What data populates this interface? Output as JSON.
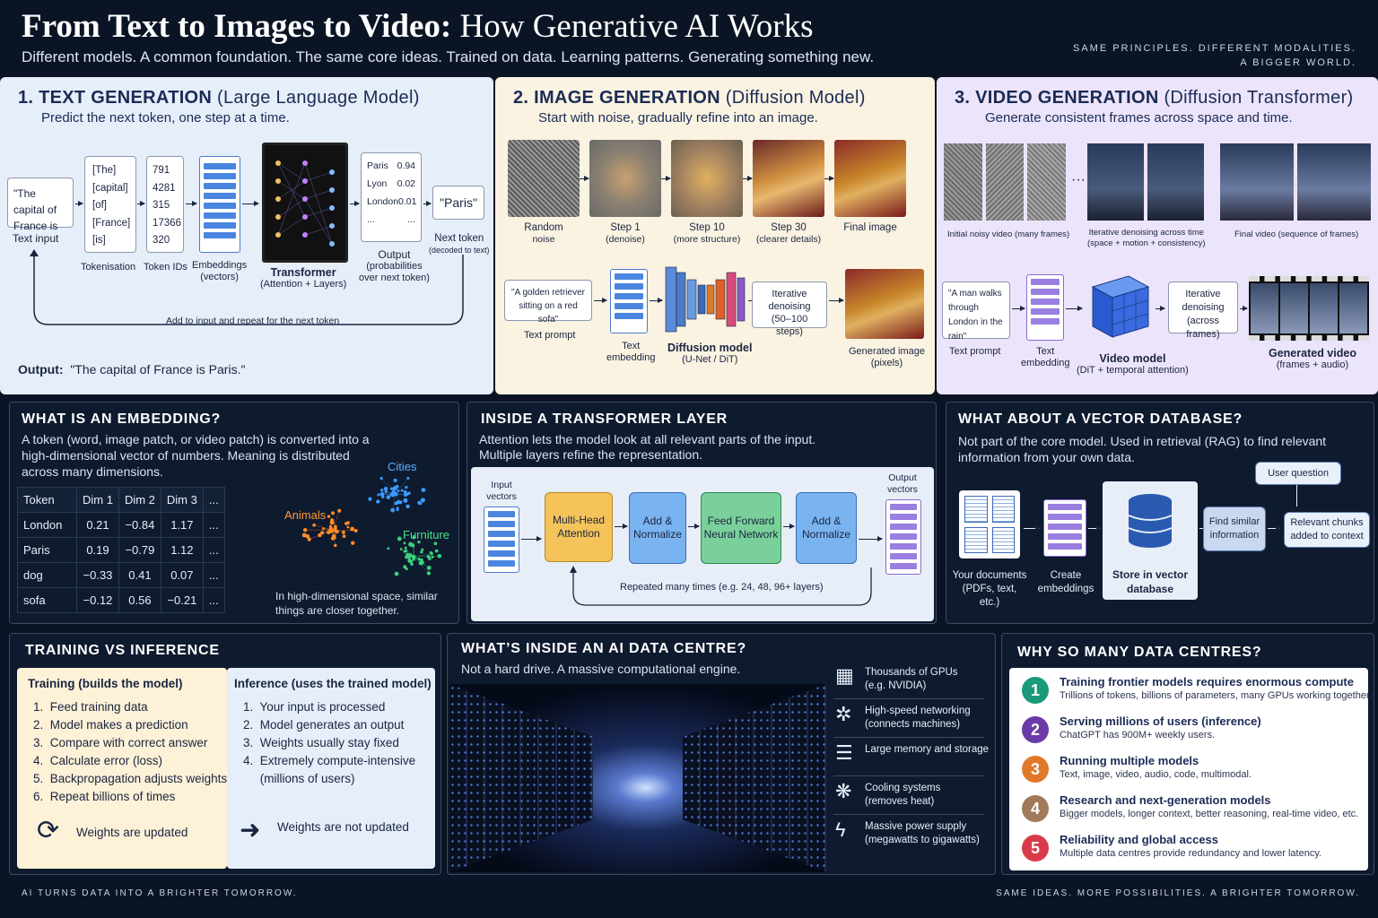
{
  "header": {
    "title_bold": "From Text to Images to Video:",
    "title_rest": "How Generative AI Works",
    "subtitle": "Different models. A common foundation. The same core ideas. Trained on data. Learning patterns. Generating something new.",
    "right_line1": "SAME PRINCIPLES. DIFFERENT MODALITIES.",
    "right_line2": "A BIGGER WORLD."
  },
  "text_gen": {
    "title_bold": "1.  TEXT GENERATION",
    "title_rest": "(Large Language Model)",
    "subtitle": "Predict the next token, one step at a time.",
    "input_text": "\"The capital of France is",
    "input_label": "Text input",
    "tokens": [
      "[The]",
      "[capital]",
      "[of]",
      "[France]",
      "[is]"
    ],
    "tokens_label": "Tokenisation",
    "ids": [
      "791",
      "4281",
      "315",
      "17366",
      "320"
    ],
    "ids_label": "Token IDs",
    "emb_label": "Embeddings",
    "emb_sub": "(vectors)",
    "tf_label": "Transformer",
    "tf_sub": "(Attention + Layers)",
    "probs": [
      [
        "Paris",
        "0.94"
      ],
      [
        "Lyon",
        "0.02"
      ],
      [
        "London",
        "0.01"
      ],
      [
        "...",
        "..."
      ]
    ],
    "out_label": "Output",
    "out_sub1": "(probabilities",
    "out_sub2": "over next token)",
    "next": "\"Paris\"",
    "next_label": "Next token",
    "next_sub": "(decoded to text)",
    "loop": "Add to input and repeat for the next token",
    "output_label": "Output:",
    "output_text": "\"The capital of France is Paris.\""
  },
  "image_gen": {
    "title_bold": "2.  IMAGE GENERATION",
    "title_rest": "(Diffusion Model)",
    "subtitle": "Start with noise, gradually refine into an image.",
    "steps": [
      [
        "Random",
        "noise"
      ],
      [
        "Step 1",
        "(denoise)"
      ],
      [
        "Step 10",
        "(more structure)"
      ],
      [
        "Step 30",
        "(clearer details)"
      ],
      [
        "Final image",
        ""
      ]
    ],
    "prompt": "\"A golden retriever sitting on a red sofa\"",
    "prompt_label": "Text prompt",
    "emb_label": "Text",
    "emb_label2": "embedding",
    "model_label": "Diffusion model",
    "model_sub": "(U-Net / DiT)",
    "iter": "Iterative denoising (50–100 steps)",
    "gen_label": "Generated image",
    "gen_sub": "(pixels)"
  },
  "video_gen": {
    "title_bold": "3.  VIDEO GENERATION",
    "title_rest": "(Diffusion Transformer)",
    "subtitle": "Generate consistent frames across space and time.",
    "noisy_label": "Initial noisy video (many frames)",
    "iter_top1": "Iterative denoising across time",
    "iter_top2": "(space + motion + consistency)",
    "final_label": "Final video (sequence of frames)",
    "prompt": "\"A man walks through London in the rain\"",
    "prompt_label": "Text prompt",
    "emb_label": "Text",
    "emb_label2": "embedding",
    "model_label": "Video model",
    "model_sub": "(DiT + temporal attention)",
    "iter": "Iterative denoising (across frames)",
    "gen_label": "Generated video",
    "gen_sub": "(frames + audio)"
  },
  "embedding": {
    "title": "WHAT IS AN EMBEDDING?",
    "desc": "A token (word, image patch, or video patch) is converted into a high-dimensional vector of numbers. Meaning is distributed across many dimensions.",
    "headers": [
      "Token",
      "Dim 1",
      "Dim 2",
      "Dim 3",
      "..."
    ],
    "rows": [
      [
        "London",
        "0.21",
        "−0.84",
        "1.17",
        "..."
      ],
      [
        "Paris",
        "0.19",
        "−0.79",
        "1.12",
        "..."
      ],
      [
        "dog",
        "−0.33",
        "0.41",
        "0.07",
        "..."
      ],
      [
        "sofa",
        "−0.12",
        "0.56",
        "−0.21",
        "..."
      ]
    ],
    "clusters": [
      "Cities",
      "Animals",
      "Furniture"
    ],
    "note": "In high-dimensional space, similar things are closer together."
  },
  "transformer": {
    "title": "INSIDE A TRANSFORMER LAYER",
    "desc1": "Attention lets the model look at all relevant parts of the input.",
    "desc2": "Multiple layers refine the representation.",
    "in_label": "Input vectors",
    "out_label": "Output vectors",
    "blocks": [
      "Multi-Head Attention",
      "Add & Normalize",
      "Feed Forward Neural Network",
      "Add & Normalize"
    ],
    "repeat": "Repeated many times (e.g. 24, 48, 96+ layers)"
  },
  "vectordb": {
    "title": "WHAT ABOUT A VECTOR DATABASE?",
    "desc": "Not part of the core model. Used in retrieval (RAG) to find relevant information from your own data.",
    "docs": "Your documents (PDFs, text, etc.)",
    "emb": "Create embeddings",
    "store": "Store in vector database",
    "find": "Find similar information",
    "question": "User question",
    "chunks": "Relevant chunks added to context"
  },
  "training": {
    "title": "TRAINING VS INFERENCE",
    "train_head": "Training (builds the model)",
    "train_items": [
      "1.  Feed training data",
      "2.  Model makes a prediction",
      "3.  Compare with correct answer",
      "4.  Calculate error (loss)",
      "5.  Backpropagation adjusts weights",
      "6.  Repeat billions of times"
    ],
    "train_foot": "Weights are updated",
    "inf_head": "Inference (uses the trained model)",
    "inf_items": [
      "1.  Your input is processed",
      "2.  Model generates an output",
      "3.  Weights usually stay fixed",
      "4.  Extremely compute-intensive",
      "     (millions of users)"
    ],
    "inf_foot": "Weights are not updated"
  },
  "datacentre": {
    "title": "WHAT’S INSIDE AN AI DATA CENTRE?",
    "desc": "Not a hard drive. A massive computational engine.",
    "items": [
      [
        "Thousands of GPUs",
        "(e.g. NVIDIA)"
      ],
      [
        "High-speed networking",
        "(connects machines)"
      ],
      [
        "Large memory and storage",
        ""
      ],
      [
        "Cooling systems",
        "(removes heat)"
      ],
      [
        "Massive power supply",
        "(megawatts to gigawatts)"
      ]
    ]
  },
  "why": {
    "title": "WHY SO MANY DATA CENTRES?",
    "items": [
      [
        "Training frontier models requires enormous compute",
        "Trillions of tokens, billions of parameters, many GPUs working together.",
        "#1a9a7a"
      ],
      [
        "Serving millions of users (inference)",
        "ChatGPT has 900M+ weekly users.",
        "#6a3aa8"
      ],
      [
        "Running multiple models",
        "Text, image, video, audio, code, multimodal.",
        "#e07a2a"
      ],
      [
        "Research and next-generation models",
        "Bigger models, longer context, better reasoning, real-time video, etc.",
        "#a07a5a"
      ],
      [
        "Reliability and global access",
        "Multiple data centres provide redundancy and lower latency.",
        "#d83a4a"
      ]
    ]
  },
  "footer": {
    "left": "AI TURNS DATA INTO A BRIGHTER TOMORROW.",
    "right": "SAME IDEAS. MORE POSSIBILITIES. A BRIGHTER TOMORROW."
  }
}
